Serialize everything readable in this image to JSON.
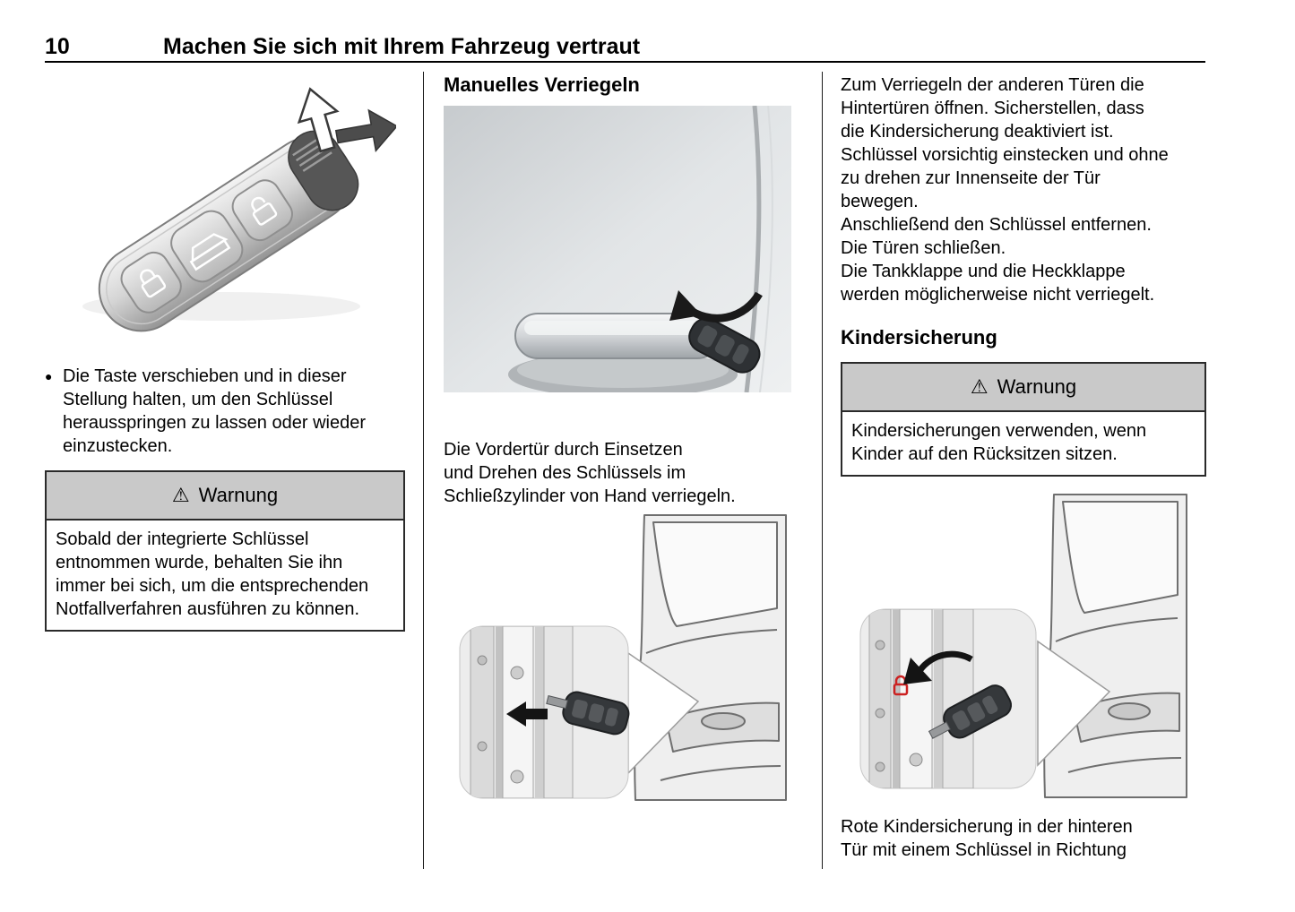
{
  "page": {
    "number": "10",
    "title": "Machen Sie sich mit Ihrem Fahrzeug vertraut"
  },
  "icons": {
    "warning": "⚠",
    "bullet": "●"
  },
  "colors": {
    "text": "#000000",
    "warning_header_bg": "#c9c9c9",
    "child_lock_red": "#cc2222"
  },
  "column1": {
    "figure": "key-fob-with-sliding-button",
    "bullet_text": "Die Taste verschieben und in dieser\nStellung halten, um den Schlüssel\nherausspringen zu lassen oder wieder\neinzustecken.",
    "warning": {
      "title": "Warnung",
      "body": "Sobald der integrierte Schlüssel\nentnommen wurde, behalten Sie ihn\nimmer bei sich, um die entsprechenden\nNotfallverfahren ausführen zu können."
    }
  },
  "column2": {
    "heading": "Manuelles Verriegeln",
    "figures": [
      "door-handle-with-key",
      "front-door-lock-cylinder-with-key"
    ],
    "body": "Die Vordertür durch Einsetzen\nund Drehen des Schlüssels im\nSchließzylinder von Hand verriegeln."
  },
  "column3": {
    "paragraph": "Zum Verriegeln der anderen Türen die\nHintertüren öffnen. Sicherstellen, dass\ndie Kindersicherung deaktiviert ist.\nSchlüssel vorsichtig einstecken und ohne\nzu drehen zur Innenseite der Tür\nbewegen.\nAnschließend den Schlüssel entfernen.\nDie Türen schließen.\nDie Tankklappe und die Heckklappe\nwerden möglicherweise nicht verriegelt.",
    "heading": "Kindersicherung",
    "warning": {
      "title": "Warnung",
      "body": "Kindersicherungen verwenden, wenn\nKinder auf den Rücksitzen sitzen."
    },
    "figure": "child-lock-in-rear-door-with-key",
    "caption": "Rote Kindersicherung in der hinteren\nTür mit einem Schlüssel in Richtung"
  }
}
